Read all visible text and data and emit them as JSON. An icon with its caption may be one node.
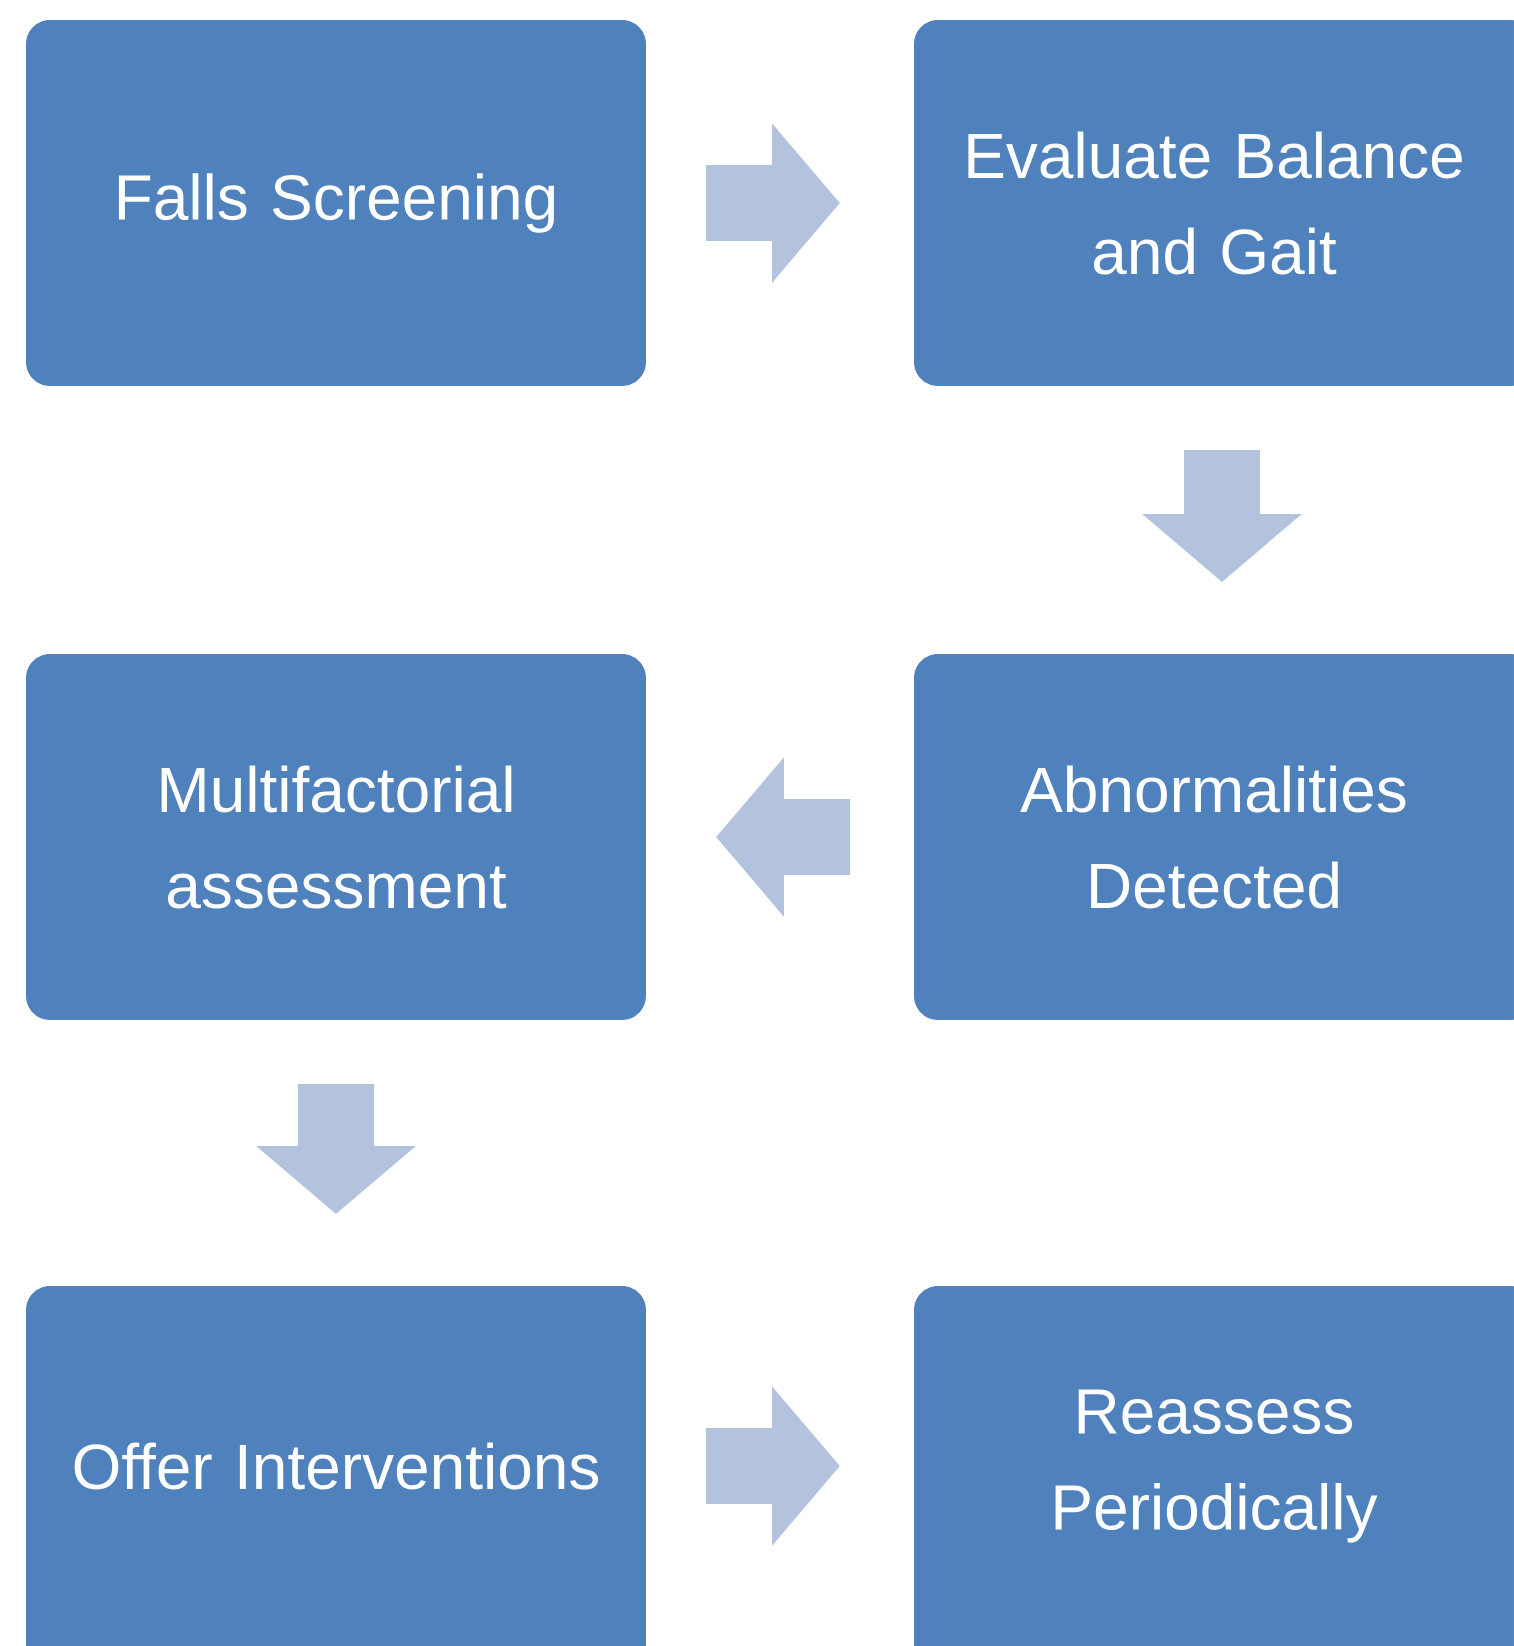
{
  "diagram": {
    "nodes": [
      {
        "text": [
          "Falls Screening"
        ]
      },
      {
        "text": [
          "Evaluate Balance and Gait"
        ]
      },
      {
        "text": [
          "Abnormalities Detected"
        ]
      },
      {
        "text": [
          "Multifactorial assessment"
        ]
      },
      {
        "text": [
          "Offer Interventions"
        ]
      },
      {
        "text": [
          "Reassess Periodically"
        ]
      }
    ],
    "edges": [
      {
        "from": 0,
        "to": 1,
        "arrow": "to"
      },
      {
        "from": 1,
        "to": 2,
        "arrow": "to"
      },
      {
        "from": 2,
        "to": 3,
        "arrow": "to"
      },
      {
        "from": 3,
        "to": 4,
        "arrow": "to"
      },
      {
        "from": 4,
        "to": 5,
        "arrow": "to"
      }
    ]
  }
}
